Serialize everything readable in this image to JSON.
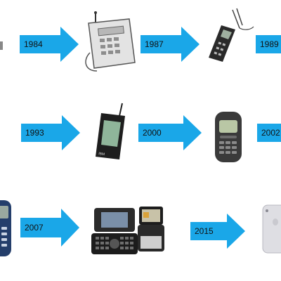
{
  "timeline": {
    "years": [
      "1984",
      "1987",
      "1989",
      "1993",
      "2000",
      "2002",
      "2007",
      "2015"
    ],
    "arrow_color": "#1aa7e8"
  },
  "phones": [
    "cordless-brick-phone",
    "car-phone-handset",
    "flip-antenna-phone",
    "brick-mobile-phone",
    "pda-smartphone",
    "nokia-style-phone",
    "candybar-phone",
    "slider-keyboard-phone",
    "flip-phone",
    "smartphone"
  ]
}
